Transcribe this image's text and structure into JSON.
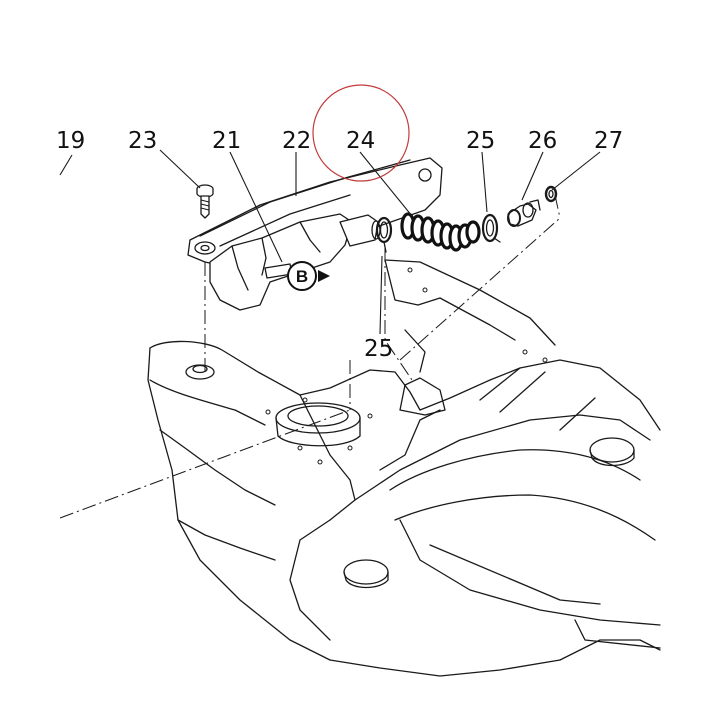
{
  "labels": {
    "p19": "19",
    "p23": "23",
    "p21": "21",
    "p22": "22",
    "p24": "24",
    "p25a": "25",
    "p26": "26",
    "p27": "27",
    "p25b": "25"
  },
  "badge": {
    "text": "B"
  },
  "colors": {
    "line": "#1a1a1a",
    "highlight_circle": "#c23a3a",
    "background": "#ffffff"
  }
}
